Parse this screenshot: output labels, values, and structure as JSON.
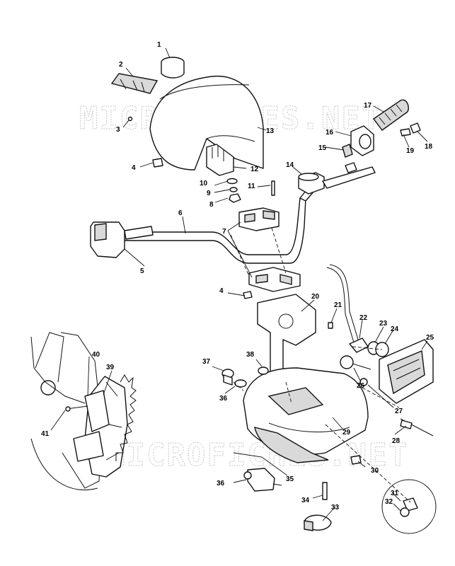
{
  "watermark": "MICROFICHES.NET",
  "callouts": {
    "c1": "1",
    "c2": "2",
    "c3": "3",
    "c4a": "4",
    "c4b": "4",
    "c5": "5",
    "c6": "6",
    "c7": "7",
    "c8": "8",
    "c9": "9",
    "c10": "10",
    "c11": "11",
    "c12": "12",
    "c13": "13",
    "c14": "14",
    "c15": "15",
    "c16": "16",
    "c17": "17",
    "c18": "18",
    "c19": "19",
    "c20": "20",
    "c21": "21",
    "c22": "22",
    "c23": "23",
    "c24": "24",
    "c25": "25",
    "c26": "26",
    "c27": "27",
    "c28": "28",
    "c29": "29",
    "c30": "30",
    "c31": "31",
    "c32": "32",
    "c33": "33",
    "c34": "34",
    "c35": "35",
    "c36a": "36",
    "c36b": "36",
    "c37": "37",
    "c38": "38",
    "c39": "39",
    "c40": "40",
    "c41": "41"
  }
}
